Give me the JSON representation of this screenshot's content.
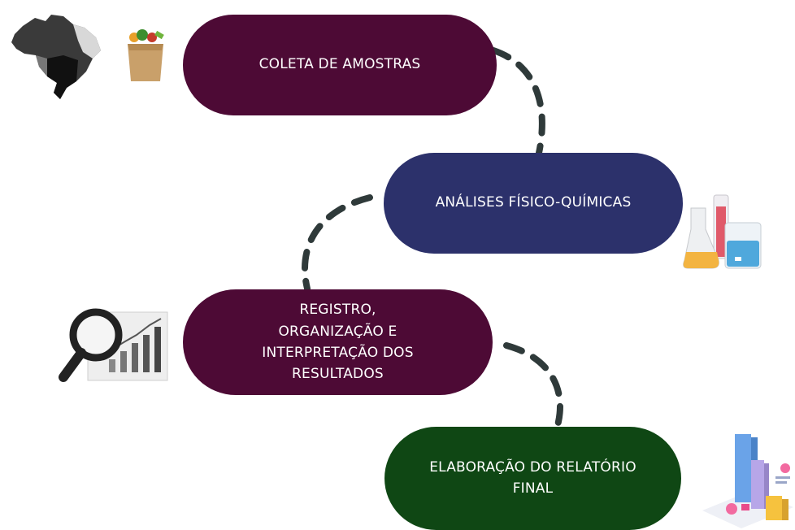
{
  "steps": [
    {
      "label": "COLETA DE AMOSTRAS",
      "color": "#4d0a35"
    },
    {
      "label": "ANÁLISES FÍSICO-QUÍMICAS",
      "color": "#2c316b"
    },
    {
      "label": "REGISTRO,\nORGANIZAÇÃO E\nINTERPRETAÇÃO DOS\nRESULTADOS",
      "color": "#4d0a35"
    },
    {
      "label": "ELABORAÇÃO DO RELATÓRIO\nFINAL",
      "color": "#0f4714"
    }
  ],
  "connector_color": "#2f3a3a",
  "icons": [
    "brazil-map-icon",
    "grocery-bag-icon",
    "lab-glassware-icon",
    "magnifier-chart-icon",
    "isometric-charts-icon"
  ]
}
